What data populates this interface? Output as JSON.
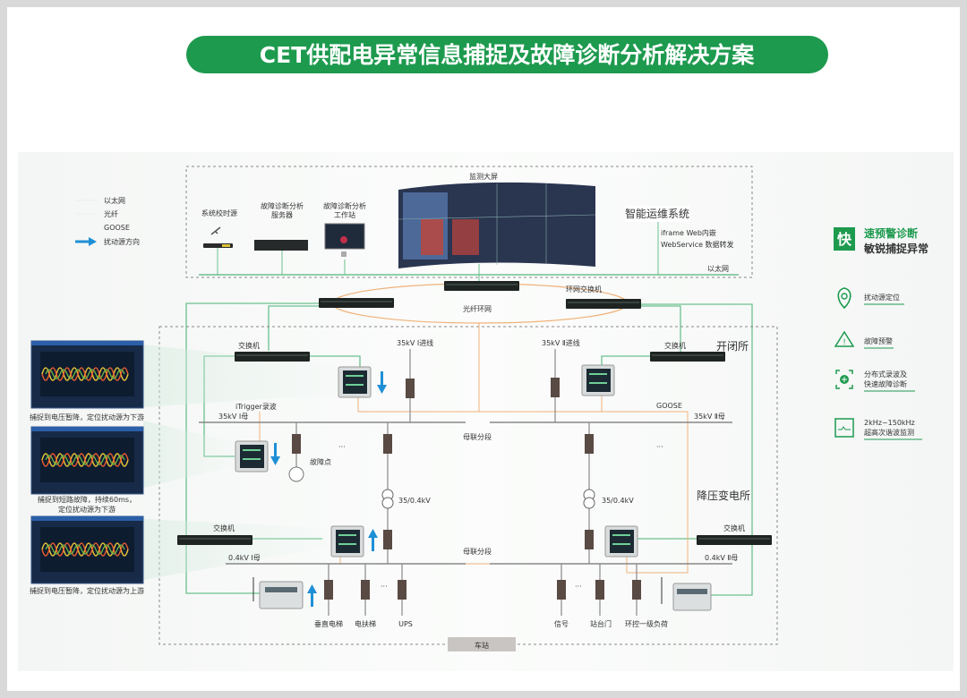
{
  "title": "CET供配电异常信息捕捉及故障诊断分析解决方案",
  "legend": [
    "以太网",
    "光纤",
    "GOOSE",
    "扰动源方向"
  ],
  "top": {
    "time_source": "系统校时源",
    "server": [
      "故障诊断分析",
      "服务器"
    ],
    "workstation": [
      "故障诊断分析",
      "工作站"
    ],
    "monitor_wall": "监测大屏",
    "ops_system": "智能运维系统",
    "integration": [
      "iframe Web内嵌",
      "WebService 数据转发"
    ],
    "ethernet": "以太网",
    "ring_network": "光纤环网",
    "ring_switch": "环网交换机"
  },
  "station": {
    "switch": "交换机",
    "switching_station": "开闭所",
    "step_down_substation": "降压变电所",
    "incoming_1": "35kV Ⅰ进线",
    "incoming_2": "35kV Ⅱ进线",
    "itrigger": "iTrigger录波",
    "goose": "GOOSE",
    "bus_35_1": "35kV Ⅰ母",
    "bus_35_2": "35kV Ⅱ母",
    "bus_tie": "母联分段",
    "fault_point": "故障点",
    "transformer": "35/0.4kV",
    "bus_04_1": "0.4kV Ⅰ母",
    "bus_04_2": "0.4kV Ⅱ母",
    "ellipsis": "···",
    "loads": [
      "垂直电梯",
      "电扶梯",
      "UPS",
      "信号",
      "站台门",
      "环控一级负荷"
    ],
    "station_label": "车站"
  },
  "captions": [
    [
      "捕捉到电压暂降，定位扰动源为下游"
    ],
    [
      "捕捉到短路故障，持续60ms，",
      "定位扰动源为下游"
    ],
    [
      "捕捉到电压暂降，定位扰动源为上游"
    ]
  ],
  "panel": {
    "badge": "快",
    "heading": "速预警诊断",
    "subheading": "敏锐捕捉异常",
    "features": [
      [
        "扰动源定位"
      ],
      [
        "故障预警"
      ],
      [
        "分布式录波及",
        "快速故障诊断"
      ],
      [
        "2kHz~150kHz",
        "超高次谐波监测"
      ]
    ]
  },
  "colors": {
    "brand_green": "#1d9a4e",
    "ethernet": "#6cc18f",
    "fiber": "#f0b27a",
    "arrow": "#1e8fd6"
  }
}
